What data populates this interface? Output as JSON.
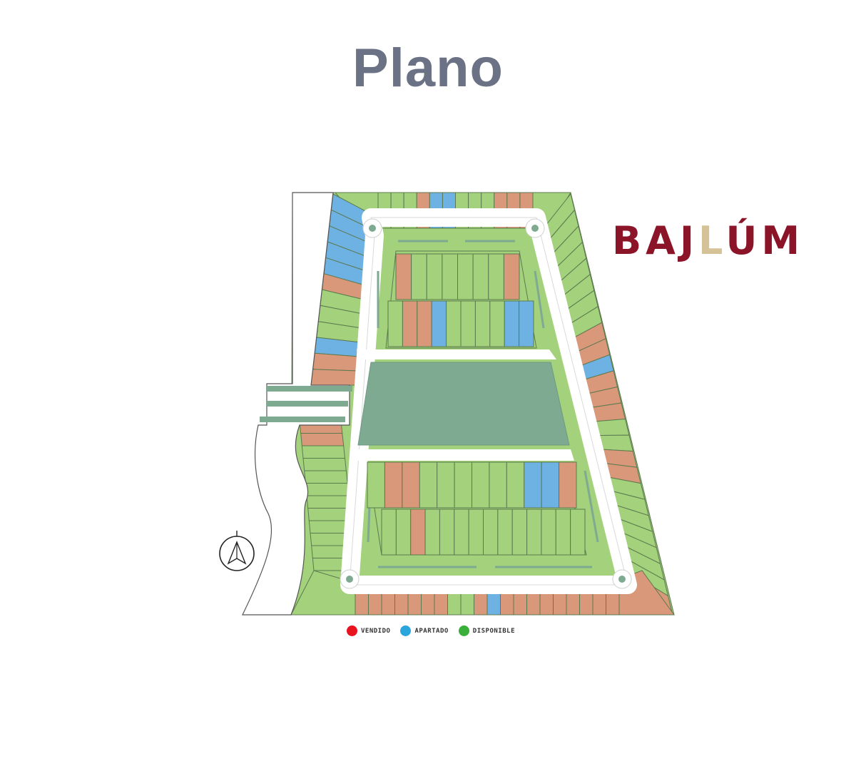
{
  "page": {
    "title": "Plano"
  },
  "brand": {
    "name_part1": "BAJ",
    "name_part2": "L",
    "name_part3": "ÚM",
    "tagline": "",
    "primary_color": "#8c1428",
    "accent_color": "#d6c297"
  },
  "legend": [
    {
      "key": "sold",
      "label": "VENDIDO",
      "color": "#e8131f"
    },
    {
      "key": "reserved",
      "label": "APARTADO",
      "color": "#2aa6dd"
    },
    {
      "key": "available",
      "label": "DISPONIBLE",
      "color": "#3aaf3a"
    }
  ],
  "colors": {
    "sold_fill": "#d9987a",
    "reserved_fill": "#6eb2e4",
    "available_fill": "#a3d17c",
    "amenity_fill": "#7faa92",
    "road": "#f2f2f2",
    "lot_border": "#5c7a4f"
  },
  "icons": {
    "north": "north-arrow-icon"
  },
  "lots": {
    "top_row": [
      "available",
      "available",
      "available",
      "sold",
      "reserved",
      "reserved",
      "available",
      "available",
      "available",
      "sold",
      "sold",
      "sold"
    ],
    "left_upper": [
      "reserved",
      "reserved",
      "reserved",
      "reserved",
      "reserved",
      "sold",
      "available",
      "available",
      "available",
      "reserved",
      "sold",
      "sold"
    ],
    "left_lower": [
      "sold",
      "sold",
      "available",
      "available",
      "available",
      "available",
      "available",
      "available",
      "available",
      "available",
      "available",
      "available"
    ],
    "right_side": [
      "available",
      "available",
      "available",
      "available",
      "available",
      "available",
      "available",
      "available",
      "sold",
      "sold",
      "reserved",
      "sold",
      "sold",
      "sold",
      "available",
      "available",
      "sold",
      "sold",
      "available",
      "available",
      "available",
      "available",
      "available",
      "available",
      "available",
      "sold"
    ],
    "bottom_row": [
      "sold",
      "sold",
      "sold",
      "sold",
      "sold",
      "sold",
      "sold",
      "available",
      "available",
      "sold",
      "reserved",
      "sold",
      "sold",
      "sold",
      "sold",
      "sold",
      "sold",
      "sold",
      "sold",
      "sold"
    ],
    "block1_top": [
      "sold",
      "available",
      "available",
      "available",
      "available",
      "available",
      "available",
      "sold"
    ],
    "block1_bottom": [
      "available",
      "sold",
      "sold",
      "reserved",
      "available",
      "available",
      "available",
      "available",
      "reserved",
      "reserved"
    ],
    "block2_top": [
      "available",
      "sold",
      "sold",
      "available",
      "available",
      "available",
      "available",
      "available",
      "available",
      "reserved",
      "reserved",
      "sold"
    ],
    "block2_bottom": [
      "available",
      "available",
      "sold",
      "available",
      "available",
      "available",
      "available",
      "available",
      "available",
      "available",
      "available",
      "available",
      "available",
      "available"
    ]
  }
}
